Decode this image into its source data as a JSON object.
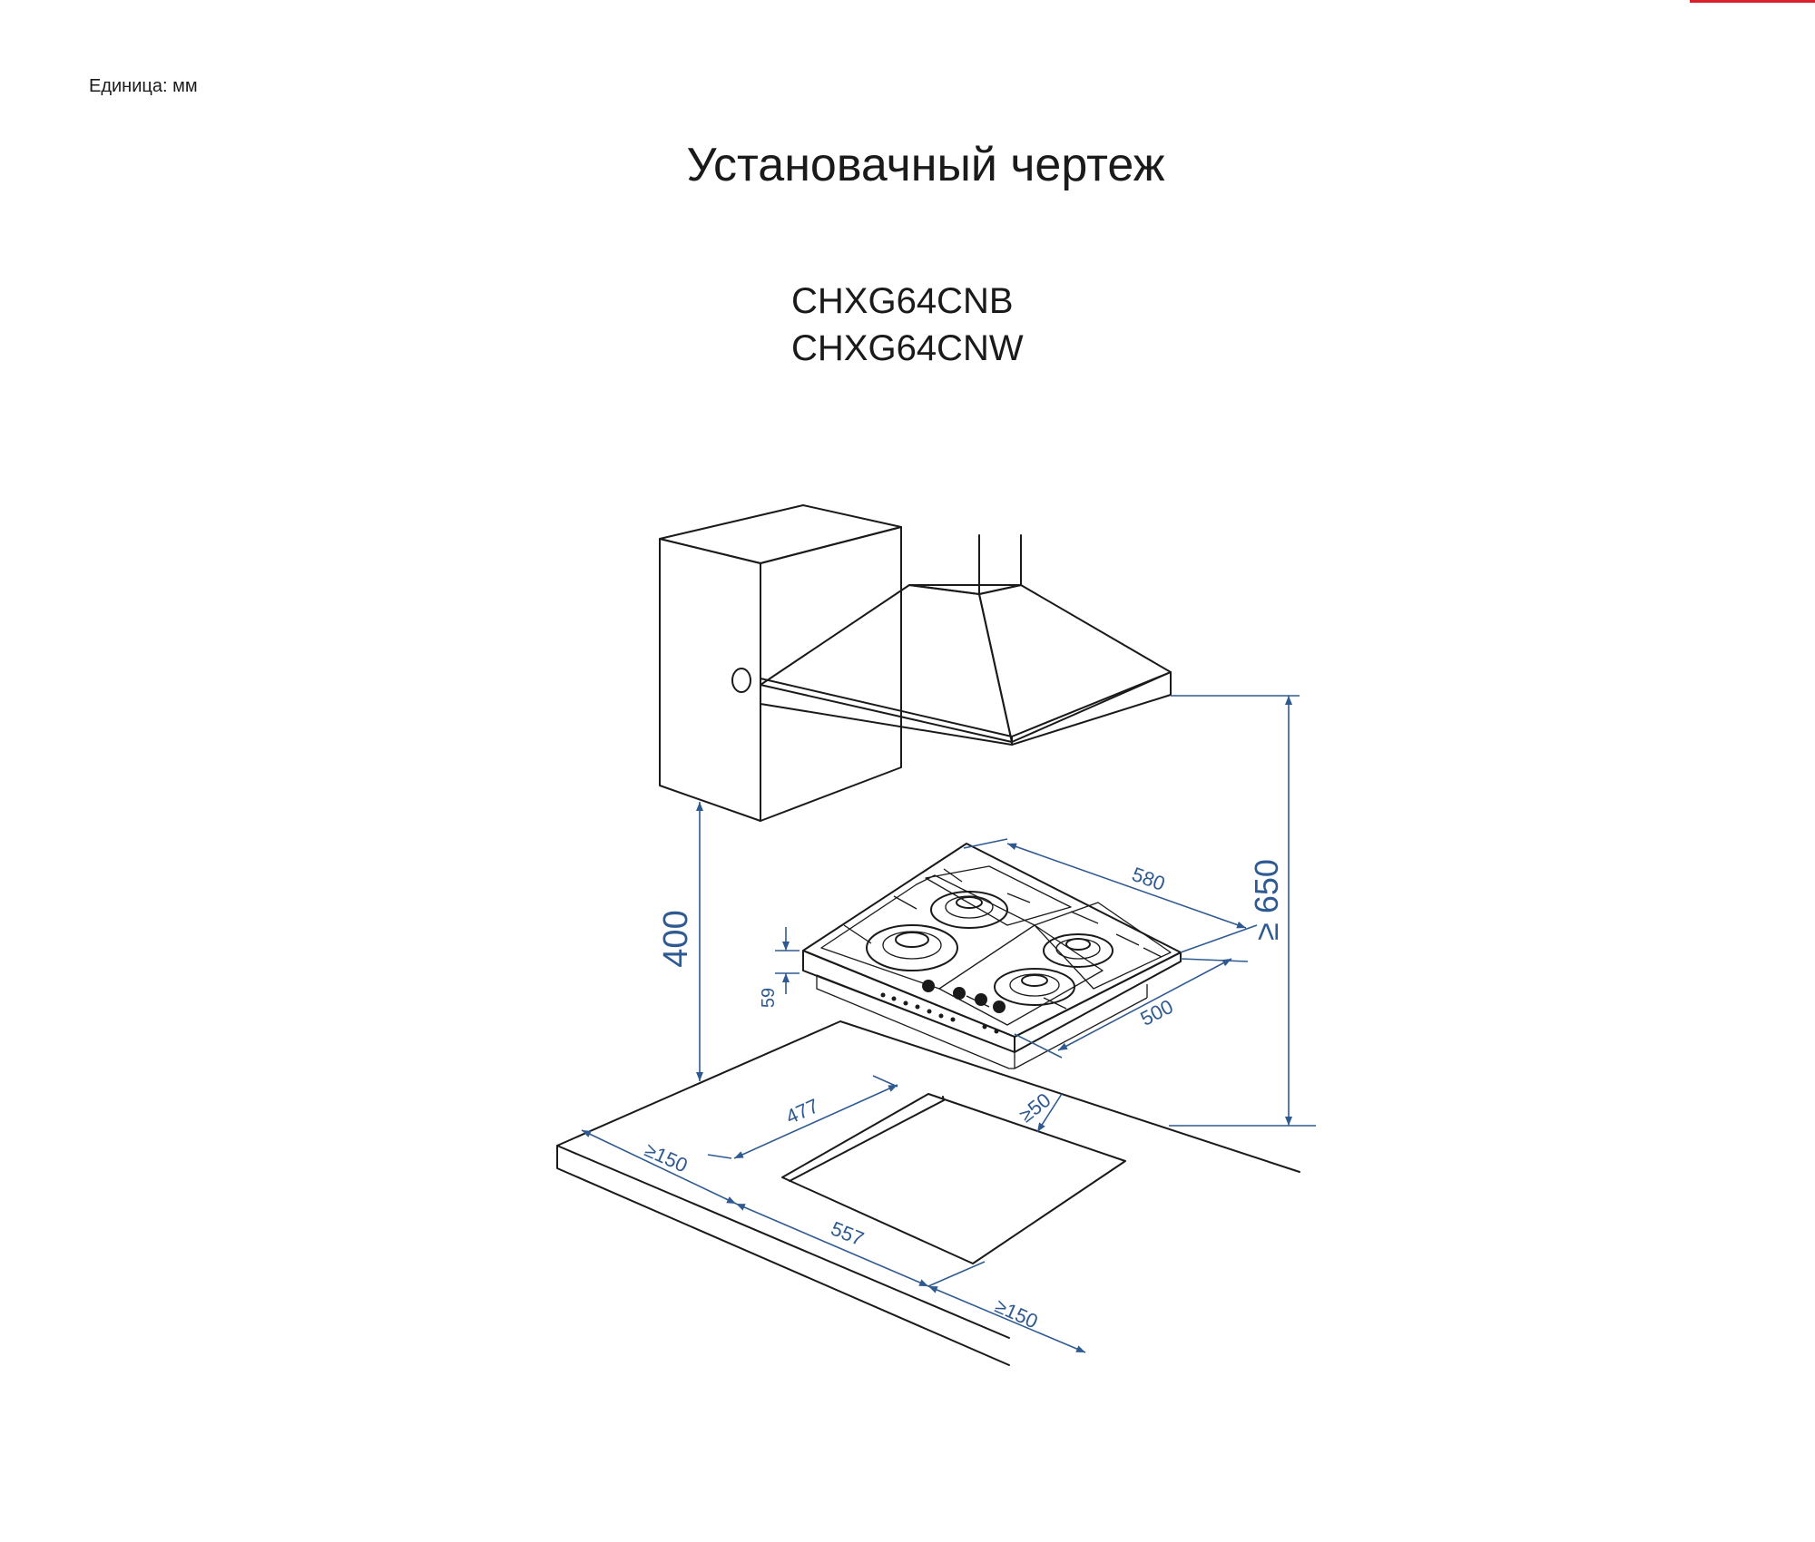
{
  "header": {
    "unit_label": "Единица: мм",
    "title": "Установачный чертеж",
    "models": [
      "CHXG64CNB",
      "CHXG64CNW"
    ]
  },
  "colors": {
    "dimension": "#2f5a91",
    "line": "#1a1a1a",
    "accent_bar": "#d6202a"
  },
  "dimensions": {
    "hood_clearance": "≥ 650",
    "cabinet_clearance": "400",
    "hob_width": "580",
    "hob_depth": "500",
    "hob_height": "59",
    "cutout_depth": "477",
    "cutout_width": "557",
    "back_gap": "≥50",
    "side_left": "≥150",
    "side_right": "≥150"
  }
}
